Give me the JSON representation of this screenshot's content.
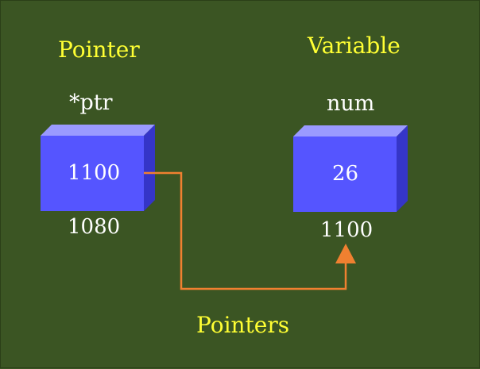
{
  "labels": {
    "pointer_heading": "Pointer",
    "variable_heading": "Variable",
    "caption": "Pointers"
  },
  "pointer_box": {
    "name": "*ptr",
    "value": "1100",
    "address": "1080"
  },
  "variable_box": {
    "name": "num",
    "value": "26",
    "address": "1100"
  },
  "colors": {
    "background": "#3b5523",
    "heading_text": "#ffff33",
    "box_face": "#5555ff",
    "box_top": "#9a9aff",
    "box_side": "#3535c8",
    "arrow": "#f08030"
  }
}
